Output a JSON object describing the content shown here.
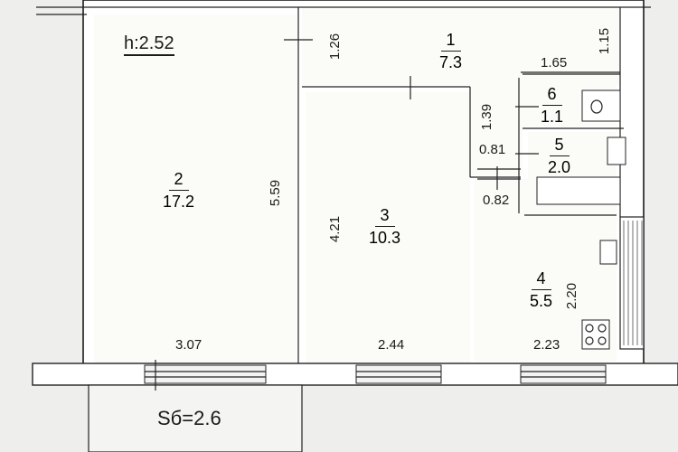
{
  "height_label": "h:2.52",
  "balcony_label": "Sб=2.6",
  "rooms": [
    {
      "number": "1",
      "area": "7.3"
    },
    {
      "number": "2",
      "area": "17.2"
    },
    {
      "number": "3",
      "area": "10.3"
    },
    {
      "number": "4",
      "area": "5.5"
    },
    {
      "number": "5",
      "area": "2.0"
    },
    {
      "number": "6",
      "area": "1.1"
    }
  ],
  "dimensions": {
    "room2_length": "5.59",
    "room2_width": "3.07",
    "room3_length": "4.21",
    "room3_width": "2.44",
    "room4_width": "2.23",
    "room4_length": "2.20",
    "hall_depth": "1.26",
    "hall_right": "1.15",
    "wc_width": "1.65",
    "corridor_length": "1.39",
    "bath_door": "0.81",
    "kitchen_door": "0.82"
  }
}
